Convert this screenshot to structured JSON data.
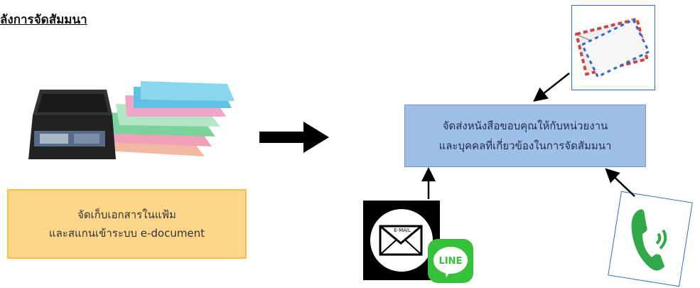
{
  "title": "ลังการจัดสัมมนา",
  "left_box": {
    "line1": "จัดเก็บเอกสารในแฟ้ม",
    "line2": "และสแกนเข้าระบบ e-document"
  },
  "right_box": {
    "line1": "จัดส่งหนังสือขอบคุณให้กับหน่วยงาน",
    "line2": "และบุคคลที่เกี่ยวข้องในการจัดสัมมนา"
  },
  "icons": {
    "email_label": "E-MAIL",
    "line_label": "LINE"
  },
  "colors": {
    "left_box_fill": "#fdd68a",
    "right_box_fill": "#9fbfe6",
    "card_border": "#2a6fc9",
    "line_green": "#35c13a",
    "phone_green": "#31a84a"
  }
}
